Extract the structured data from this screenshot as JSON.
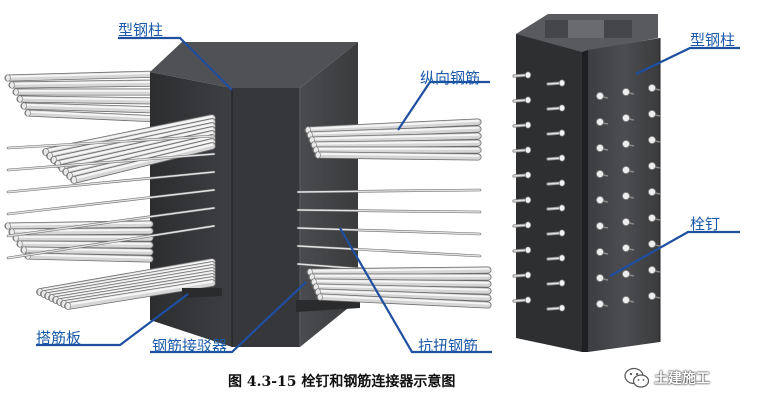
{
  "labels": {
    "steel_column_left": "型钢柱",
    "longitudinal_rebar": "纵向钢筋",
    "rebar_plate": "搭筋板",
    "rebar_coupler": "钢筋接驳器",
    "shear_rebar": "抗扭钢筋",
    "steel_column_right": "型钢柱",
    "stud": "栓钉"
  },
  "caption": "图 4.3-15 栓钉和钢筋连接器示意图",
  "watermark": {
    "icon": "wechat-icon",
    "text": "土建施工"
  },
  "colors": {
    "label_blue": "#1a5aa8",
    "steel": "#3a3b3d",
    "rebar": "#d9d9d9"
  }
}
